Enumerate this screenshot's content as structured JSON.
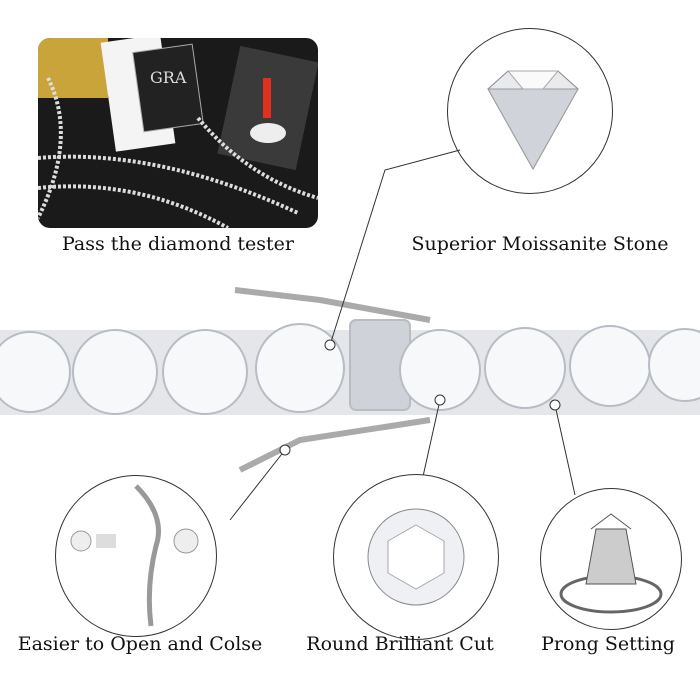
{
  "features": [
    {
      "label": "Pass the diamond tester"
    },
    {
      "label": "Superior Moissanite Stone"
    },
    {
      "label": "Easier to Open and Colse"
    },
    {
      "label": "Round Brilliant Cut"
    },
    {
      "label": "Prong Setting"
    }
  ],
  "photo": {
    "card_text": "GRA"
  }
}
